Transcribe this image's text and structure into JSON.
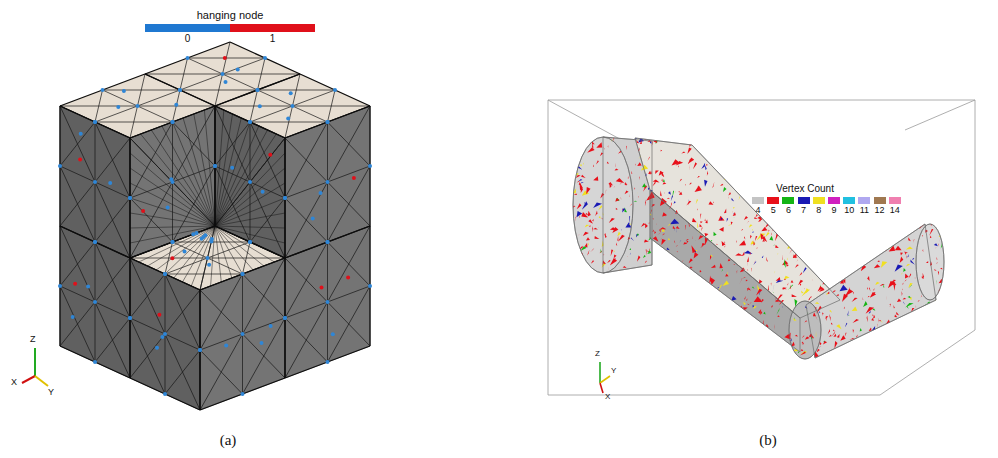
{
  "diagram": {
    "labels": [
      "hanging node",
      "Z",
      "X",
      "Y",
      "(a)",
      "Vertex Count",
      "Z",
      "Y",
      "X",
      "(b)"
    ],
    "legend": [
      {
        "text": "0",
        "color": "#1f78d1"
      },
      {
        "text": "1",
        "color": "#e0101a"
      },
      {
        "text": "4",
        "color": "#c4c4c4"
      },
      {
        "text": "5",
        "color": "#e8101a"
      },
      {
        "text": "6",
        "color": "#14b414"
      },
      {
        "text": "7",
        "color": "#1a1ab4"
      },
      {
        "text": "8",
        "color": "#f0e020"
      },
      {
        "text": "9",
        "color": "#d020c0"
      },
      {
        "text": "10",
        "color": "#20c0e0"
      },
      {
        "text": "11",
        "color": "#b0a8f0"
      },
      {
        "text": "12",
        "color": "#a07850"
      },
      {
        "text": "14",
        "color": "#f080b0"
      }
    ]
  }
}
